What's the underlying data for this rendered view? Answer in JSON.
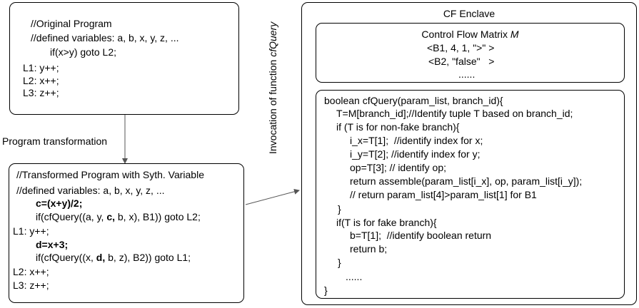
{
  "original_program": {
    "lines": [
      "//Original Program",
      "//defined variables: a, b, x, y, z, ...",
      "if(x>y) goto L2;",
      "L1: y++;",
      "L2: x++;",
      "L3: z++;"
    ]
  },
  "transform_label": "Program transformation",
  "transformed_program": {
    "comment_title": "//Transformed Program with Syth. Variable",
    "comment_vars": "//defined variables: a, b, x, y, z, ...",
    "synth_c": "c=(x+y)/2;",
    "if1_prefix": "if(cfQuery((a, y, ",
    "if1_bold": "c,",
    "if1_suffix": " b, x), B1)) goto L2;",
    "l1": "L1: y++;",
    "synth_d": "d=x+3;",
    "if2_prefix": "if(cfQuery((x, ",
    "if2_bold": "d,",
    "if2_suffix": " b, z), B2)) goto L1;",
    "l2": "L2: x++;",
    "l3": "L3: z++;"
  },
  "invocation_label": {
    "prefix": "Invocation of function ",
    "func": "cfQuery"
  },
  "enclave": {
    "title": "CF Enclave",
    "matrix": {
      "title_prefix": "Control Flow Matrix ",
      "title_var": "M",
      "rows": [
        "<B1, 4, 1, \">\" >",
        "<B2, \"false\"   >",
        "......"
      ]
    },
    "code_lines": [
      "boolean cfQuery(param_list, branch_id){",
      "T=M[branch_id];//Identify tuple T based on branch_id;",
      "if (T is for non-fake branch){",
      "i_x=T[1];  //identify index for x;",
      "i_y=T[2]; //identify index for y;",
      "op=T[3]; // identify op;",
      "return assemble(param_list[i_x], op, param_list[i_y]);",
      "// return param_list[4]>param_list[1] for B1",
      "}",
      "if(T is for fake branch){",
      "b=T[1];  //identify boolean return",
      "return b;",
      "}",
      "......",
      "}"
    ]
  }
}
